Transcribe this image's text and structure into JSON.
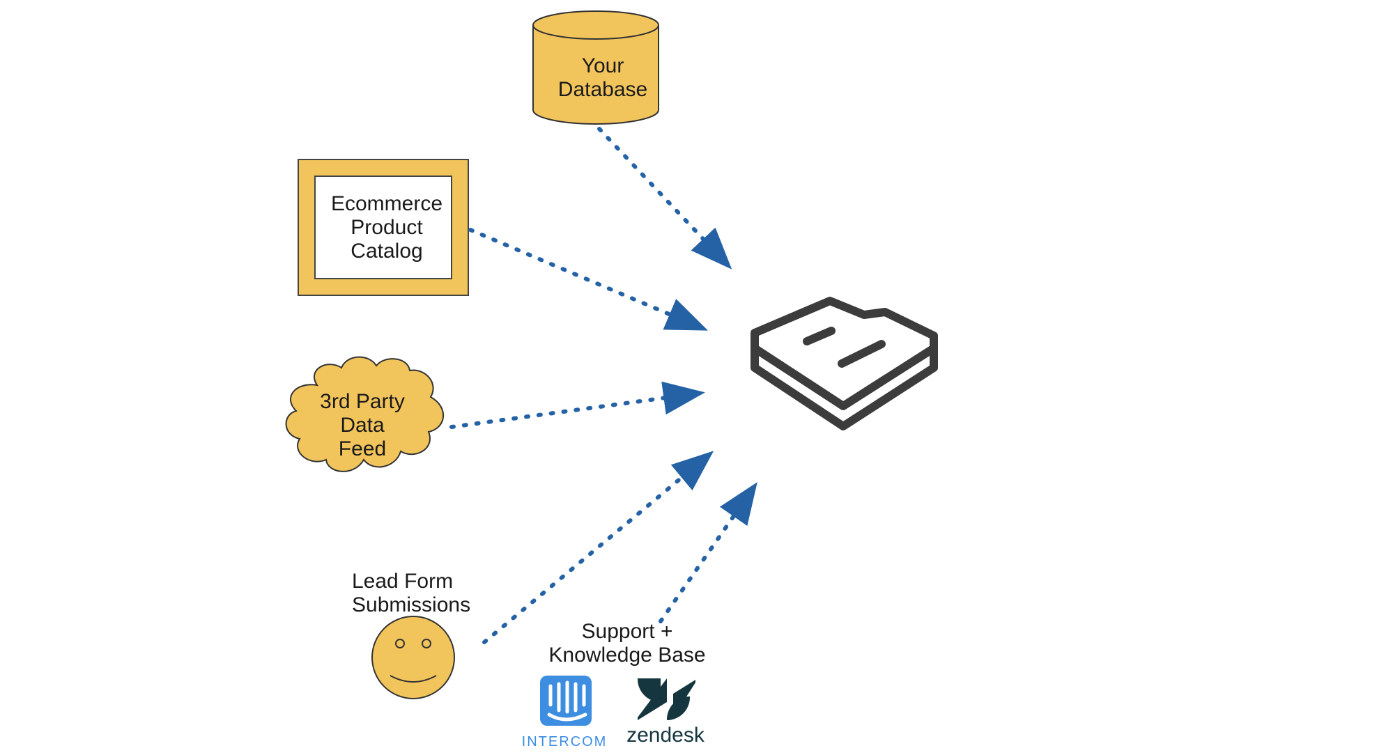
{
  "nodes": {
    "database": {
      "label": "Your\nDatabase",
      "color": "#f2c55c"
    },
    "ecommerce": {
      "label": "Ecommerce\nProduct\nCatalog",
      "color": "#f2c55c"
    },
    "third_party": {
      "label": "3rd Party\nData\nFeed",
      "color": "#f2c55c"
    },
    "lead_form": {
      "label": "Lead Form\nSubmissions",
      "icon": "smiley-face-icon",
      "color": "#f2c55c"
    },
    "support": {
      "label": "Support +\nKnowledge Base"
    },
    "hub": {
      "icon": "box-logo-icon",
      "color": "#3c3c3c"
    }
  },
  "logos": {
    "intercom": {
      "text": "INTERCOM",
      "color": "#3d8de0"
    },
    "zendesk": {
      "text": "zendesk",
      "color": "#15353f"
    }
  },
  "arrows": {
    "color": "#2462a5",
    "style": "dotted"
  }
}
